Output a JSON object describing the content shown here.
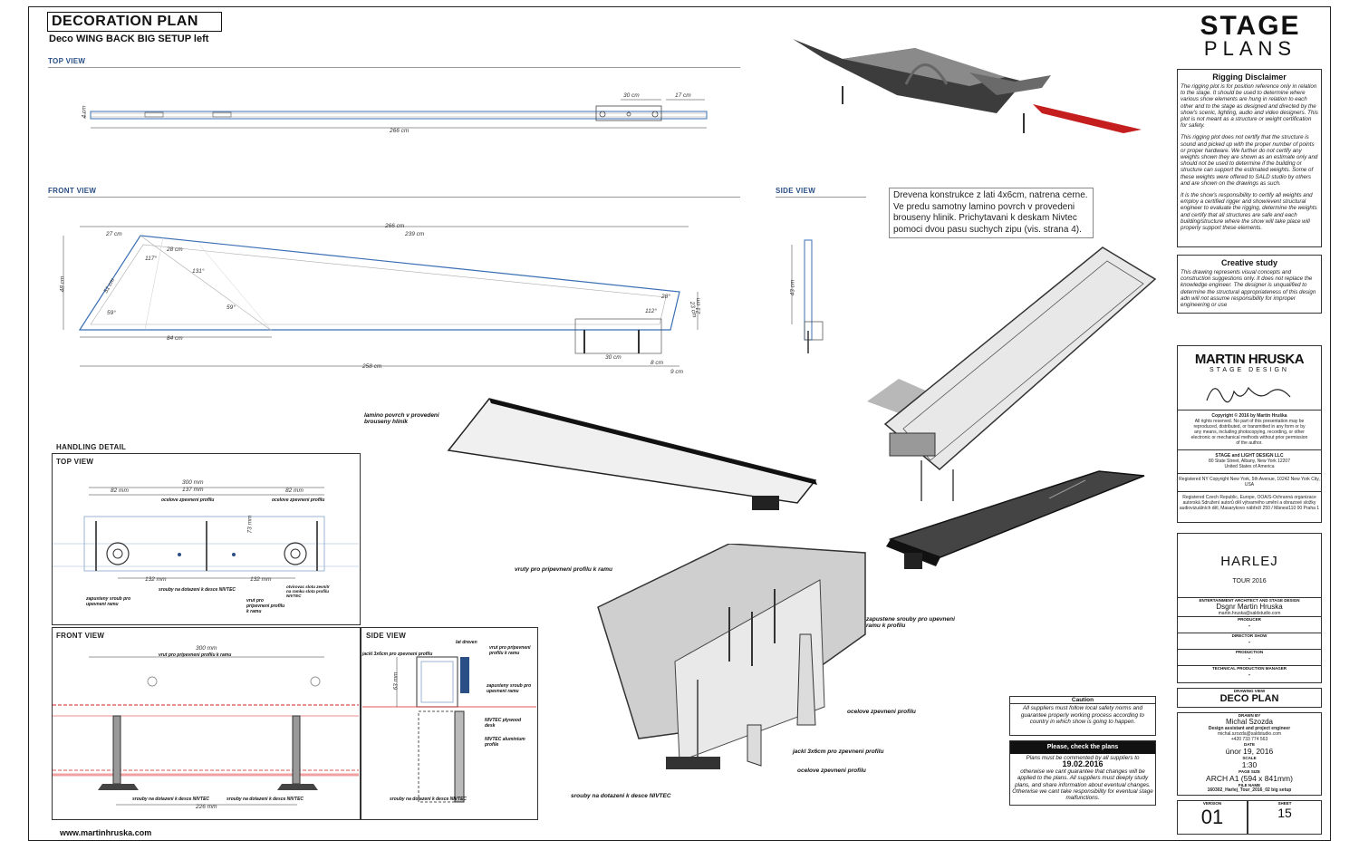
{
  "header": {
    "title": "DECORATION PLAN",
    "subtitle": "Deco WING BACK BIG SETUP left"
  },
  "sections": {
    "top_view": "TOP VIEW",
    "front_view": "FRONT VIEW",
    "side_view": "SIDE VIEW",
    "handling_detail": "HANDLING DETAIL",
    "hd_top_view": "TOP VIEW",
    "hd_front_view": "FRONT VIEW",
    "hd_side_view": "SIDE VIEW"
  },
  "top_view_dims": {
    "d30": "30 cm",
    "d17": "17 cm",
    "d4": "4 cm",
    "d266": "266 cm"
  },
  "front_view_dims": {
    "d266": "266 cm",
    "d27": "27 cm",
    "d239": "239 cm",
    "d28": "28 cm",
    "a117": "117°",
    "a131": "131°",
    "d51": "51 cm",
    "d48": "48 cm",
    "a59": "59°",
    "a59b": "59°",
    "a28": "28°",
    "a112": "112°",
    "d23": "23 cm",
    "d21": "21 cm",
    "d84": "84 cm",
    "d30": "30 cm",
    "d8": "8 cm",
    "d258": "258 cm",
    "d9": "9 cm"
  },
  "side_view_dims": {
    "d43": "43 cm"
  },
  "construction_note": "Drevena konstrukce z lati 4x6cm, natrena cerne. Ve predu samotny lamino povrch v provedeni brouseny hlinik. Prichytavani k deskam Nivtec pomoci dvou pasu suchych zipu (vis. strana 4).",
  "callouts": {
    "lamino": "lamino povrch v provedeni brouseny hlinik",
    "vruty": "vruty pro pripevneni profilu k ramu",
    "zapustene": "zapustene srouby pro upevneni ramu k profilu",
    "ocelove1": "ocelove zpevneni profilu",
    "jackl": "jackl 3x6cm pro zpevneni profilu",
    "ocelove2": "ocelove zpevneni profilu",
    "srouby": "srouby na dotazeni k desce NIVTEC"
  },
  "handling_top": {
    "d300": "300 mm",
    "d137": "137 mm",
    "d82a": "82 mm",
    "d82b": "82 mm",
    "d73": "73 mm",
    "d132a": "132 mm",
    "d132b": "132 mm",
    "l_ocel1": "ocelove zpevneni profilu",
    "l_ocel2": "ocelove zpevneni profilu",
    "l_zapust": "zapusteny sroub pro upevneni ramu",
    "l_srouby": "srouby na dotazeni k desce NIVTEC",
    "l_slot": "otvirovac slotu zevnitr na ramku slota profilu NIVTEC",
    "l_vrut": "vrut pro pripevneni profilu k ramu"
  },
  "handling_front": {
    "d300": "300 mm",
    "d226": "226 mm",
    "l_vrut": "vrut pro pripevneni profilu k ramu",
    "l_s1": "srouby na dotazeni k desce NIVTEC",
    "l_s2": "srouby na dotazeni k desce NIVTEC"
  },
  "handling_side": {
    "d63": "63 mm",
    "l_lat": "lat dreven",
    "l_jackl": "jackl 3x6cm pro zpevneni profilu",
    "l_vrut": "vrut pro pripevneni profilu k ramu",
    "l_zap": "zapusteny sroub pro upevneni ramu",
    "l_nivtec": "NIVTEC plywood desk",
    "l_alu": "NIVTEC aluminium profile",
    "l_srouby": "srouby na dotazeni k desce NIVTEC"
  },
  "title_block": {
    "logo_big": "STAGE",
    "logo_small": "PLANS",
    "rigging_title": "Rigging Disclaimer",
    "rigging_p1": "The rigging plot is for position reference only in relation to the stage. It should be used to determine where various show elements are hung in relation to each other and to the stage as designed and directed by the show's scenic, lighting, audio and video designers. This plot is not meant as a structure or weight certification for safety.",
    "rigging_p2": "This rigging plot does not certify that the structure is sound and picked up with the proper number of points or proper hardware. We further do not certify any weights shown they are shown as an estimate only and should not be used to determine if the building or structure can support the estimated weights. Some of these weights were offered to SALD studio by others and are shown on the drawings as such.",
    "rigging_p3": "It is the show's responsibility to certify all weights and employ a certified rigger and show/event structural engineer to evaluate the rigging, determine the weights and certify that all structures are safe and each building/structure where the show will take place will properly support these elements.",
    "creative_title": "Creative study",
    "creative_body": "This drawing represents visual concepts and construction suggestions only. It does not replace the knowledge engineer. The designer is unqualified to determine the structural appropriateness of this design adn will not assume responsibility for improper engineering or use",
    "designer_logo": "MARTIN HRUSKA",
    "designer_sub": "STAGE DESIGN",
    "copyright": "Copyright © 2016 by Martin Hruška",
    "rights": "All rights reserved. No part of this presentation may be reproduced, distributed, or transmitted in any form or by any means, including photocopying, recording, or other electronic or mechanical methods without prior permission of the author.",
    "company": "STAGE and LIGHT DESIGN LLC",
    "address": "80 State Street, Albany, New York 12207",
    "country": "United States of America",
    "registered_ny": "Registered NY Copyright New York, 5th Avenue, 10242 New York City, USA",
    "registered_cz": "Registered Czech Republic, Europe, OOA/S-Ochranná organizace autorská Sdružení autorů děl výtvarného umění a obrazové složky audiovizuálních děl, Masarykovo nábřeží 250 / Mánesi110 00 Praha 1",
    "project": "HARLEJ",
    "tour": "TOUR  2016",
    "ent_label": "ENTERTAINMENT ARCHITECT AND STAGE DESIGN",
    "ent_name": "Dsgnr Martin Hruska",
    "ent_email": "martin.hruska@saldstudio.com",
    "producer_label": "PRODUCER",
    "producer_val": "-",
    "director_label": "DIRECTOR SHOW",
    "director_val": "-",
    "production_label": "PRODUCTION",
    "production_val": "-",
    "tpm_label": "TECHNICAL PRODUCTION MANAGER",
    "tpm_val": "-",
    "drawing_view_label": "DRAWING VIEW",
    "drawing_view": "DECO PLAN",
    "drawn_label": "DRAWN BY",
    "drawn_name": "Michal Szozda",
    "drawn_role": "Design assistant and project engineer",
    "drawn_email": "michal.szozda@saldstudio.com",
    "drawn_phone": "+420 733 774 563",
    "date_label": "DATE",
    "date": "únor 19, 2016",
    "scale_label": "SCALE",
    "scale": "1:30",
    "page_size_label": "PAGE SIZE",
    "page_size": "ARCH A1 (594 x 841mm)",
    "file_name_label": "FILE NAME",
    "file_name": "160302_Harlej_Tour_2016_02 big setup",
    "version_label": "VERSION",
    "version": "01",
    "sheet_label": "SHEET",
    "sheet": "15"
  },
  "caution": {
    "title": "Caution",
    "body": "All suppliers must follow local safety norms and guarantee properly working process according to country in which show is going to happen."
  },
  "check": {
    "title": "Please, check the plans",
    "line1": "Plans must be commented by all suppliers to",
    "date": "19.02.2016",
    "line2": "otherwise we cant guarantee that changes will be applied to the plans. All suppliers must deeply study plans, and share information about eventual changes. Otherwise we cant take responsibility for eventual stage malfunctions."
  },
  "footer": {
    "website": "www.martinhruska.com"
  },
  "colors": {
    "accent_blue": "#2a4f86",
    "highlight_red": "#d42020",
    "dim_blue": "#3b6fb5"
  }
}
